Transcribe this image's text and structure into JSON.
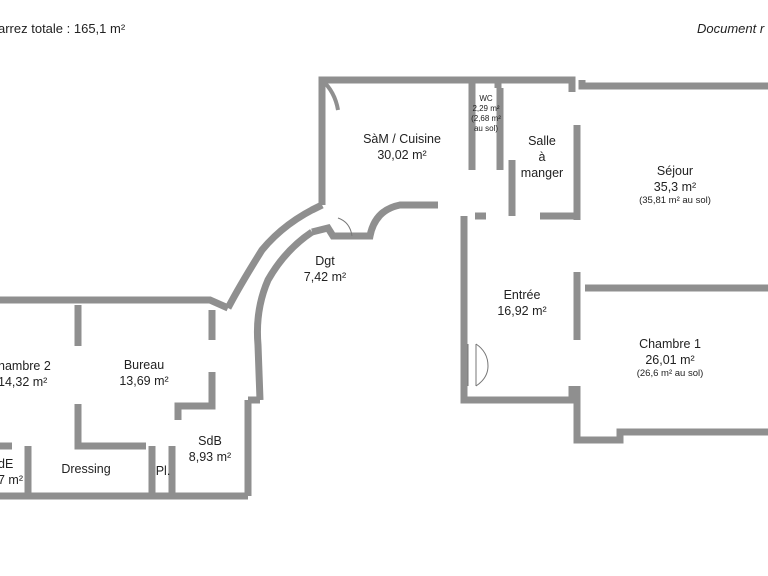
{
  "header": {
    "total_area": "arrez totale : 165,1 m²",
    "document_label": "Document r"
  },
  "rooms": {
    "sam_cuisine": {
      "name": "SàM / Cuisine",
      "area": "30,02 m²"
    },
    "wc": {
      "name": "WC",
      "area": "2,29 m²",
      "floor": "(2,68 m² au sol)"
    },
    "salle_a_manger": {
      "line1": "Salle",
      "line2": "à",
      "line3": "manger"
    },
    "sejour": {
      "name": "Séjour",
      "area": "35,3 m²",
      "floor": "(35,81 m² au sol)"
    },
    "dgt": {
      "name": "Dgt",
      "area": "7,42 m²"
    },
    "entree": {
      "name": "Entrée",
      "area": "16,92 m²"
    },
    "chambre_1": {
      "name": "Chambre 1",
      "area": "26,01 m²",
      "floor": "(26,6 m² au sol)"
    },
    "chambre_2": {
      "name": "hambre 2",
      "area": "14,32 m²"
    },
    "bureau": {
      "name": "Bureau",
      "area": "13,69 m²"
    },
    "sdb": {
      "name": "SdB",
      "area": "8,93 m²"
    },
    "sde": {
      "name": "dE",
      "area": "7 m²"
    },
    "dressing": {
      "name": "Dressing"
    },
    "placard": {
      "name": "Pl."
    }
  }
}
